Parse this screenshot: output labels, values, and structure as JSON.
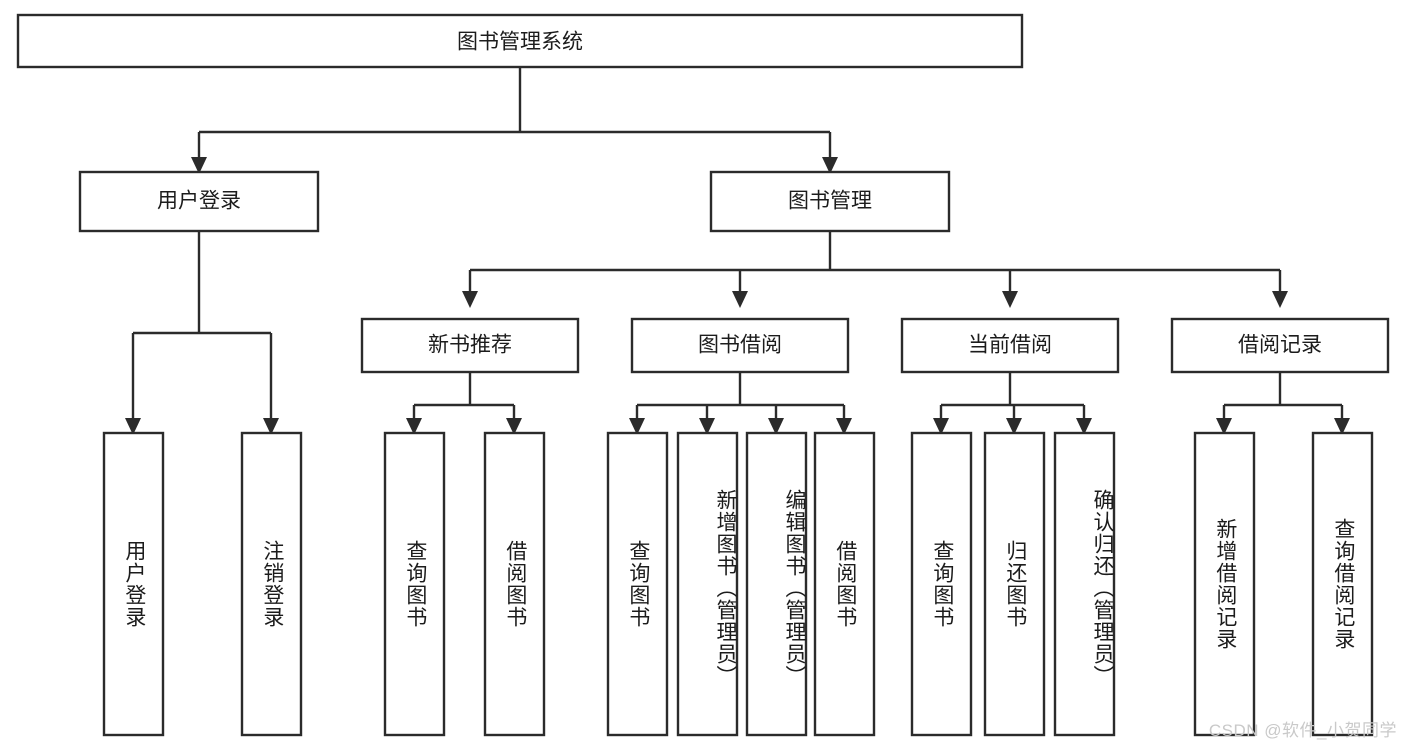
{
  "diagram": {
    "title": "图书管理系统",
    "type": "tree",
    "watermark": "CSDN @软件_小贺同学",
    "colors": {
      "stroke": "#2b2b2b",
      "box_fill": "#ffffff",
      "text": "#1c1c1c",
      "watermark": "#c9c9c9",
      "background": "#ffffff"
    },
    "root": {
      "label": "图书管理系统"
    },
    "level2": [
      {
        "label": "用户登录"
      },
      {
        "label": "图书管理"
      }
    ],
    "level3": [
      {
        "label": "新书推荐"
      },
      {
        "label": "图书借阅"
      },
      {
        "label": "当前借阅"
      },
      {
        "label": "借阅记录"
      }
    ],
    "leaves": {
      "user_login": [
        {
          "label": "用户登录"
        },
        {
          "label": "注销登录"
        }
      ],
      "new_book_recommend": [
        {
          "label": "查询图书"
        },
        {
          "label": "借阅图书"
        }
      ],
      "book_borrow": [
        {
          "label": "查询图书"
        },
        {
          "label": "新增图书（管理员）"
        },
        {
          "label": "编辑图书（管理员）"
        },
        {
          "label": "借阅图书"
        }
      ],
      "current_borrow": [
        {
          "label": "查询图书"
        },
        {
          "label": "归还图书"
        },
        {
          "label": "确认归还（管理员）"
        }
      ],
      "borrow_record": [
        {
          "label": "新增借阅记录"
        },
        {
          "label": "查询借阅记录"
        }
      ]
    }
  }
}
